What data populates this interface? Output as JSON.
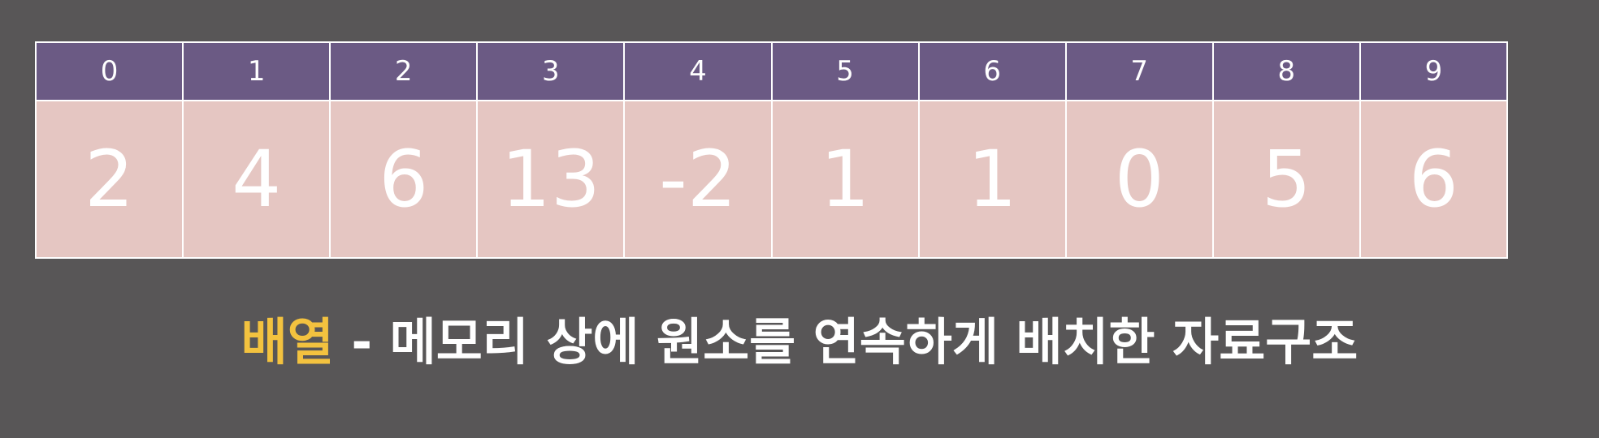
{
  "colors": {
    "background": "#585657",
    "index_row": "#6b5a84",
    "value_row": "#e5c6c2",
    "grid_lines": "#ffffff",
    "term_highlight": "#f3c23f",
    "text": "#ffffff"
  },
  "array": {
    "indices": [
      "0",
      "1",
      "2",
      "3",
      "4",
      "5",
      "6",
      "7",
      "8",
      "9"
    ],
    "values": [
      "2",
      "4",
      "6",
      "13",
      "-2",
      "1",
      "1",
      "0",
      "5",
      "6"
    ]
  },
  "caption": {
    "term": "배열",
    "definition": " - 메모리 상에 원소를 연속하게 배치한 자료구조"
  }
}
